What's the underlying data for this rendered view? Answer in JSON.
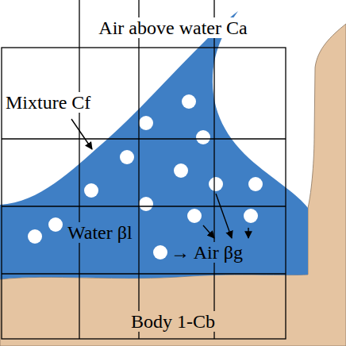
{
  "diagram": {
    "labels": [
      "Air above water Ca",
      "Mixture Cf",
      "Water βl",
      "→ Air βg",
      "Body 1-Cb"
    ]
  }
}
